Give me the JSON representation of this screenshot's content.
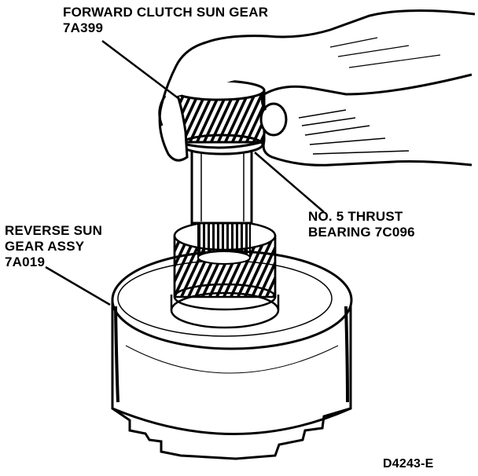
{
  "labels": {
    "forward_clutch": {
      "line1": "FORWARD CLUTCH SUN GEAR",
      "line2": "7A399"
    },
    "thrust_bearing": {
      "line1": "NO. 5 THRUST",
      "line2": "BEARING 7C096"
    },
    "reverse_sun": {
      "line1": "REVERSE SUN",
      "line2": "GEAR ASSY",
      "line3": "7A019"
    }
  },
  "figure_id": "D4243-E"
}
